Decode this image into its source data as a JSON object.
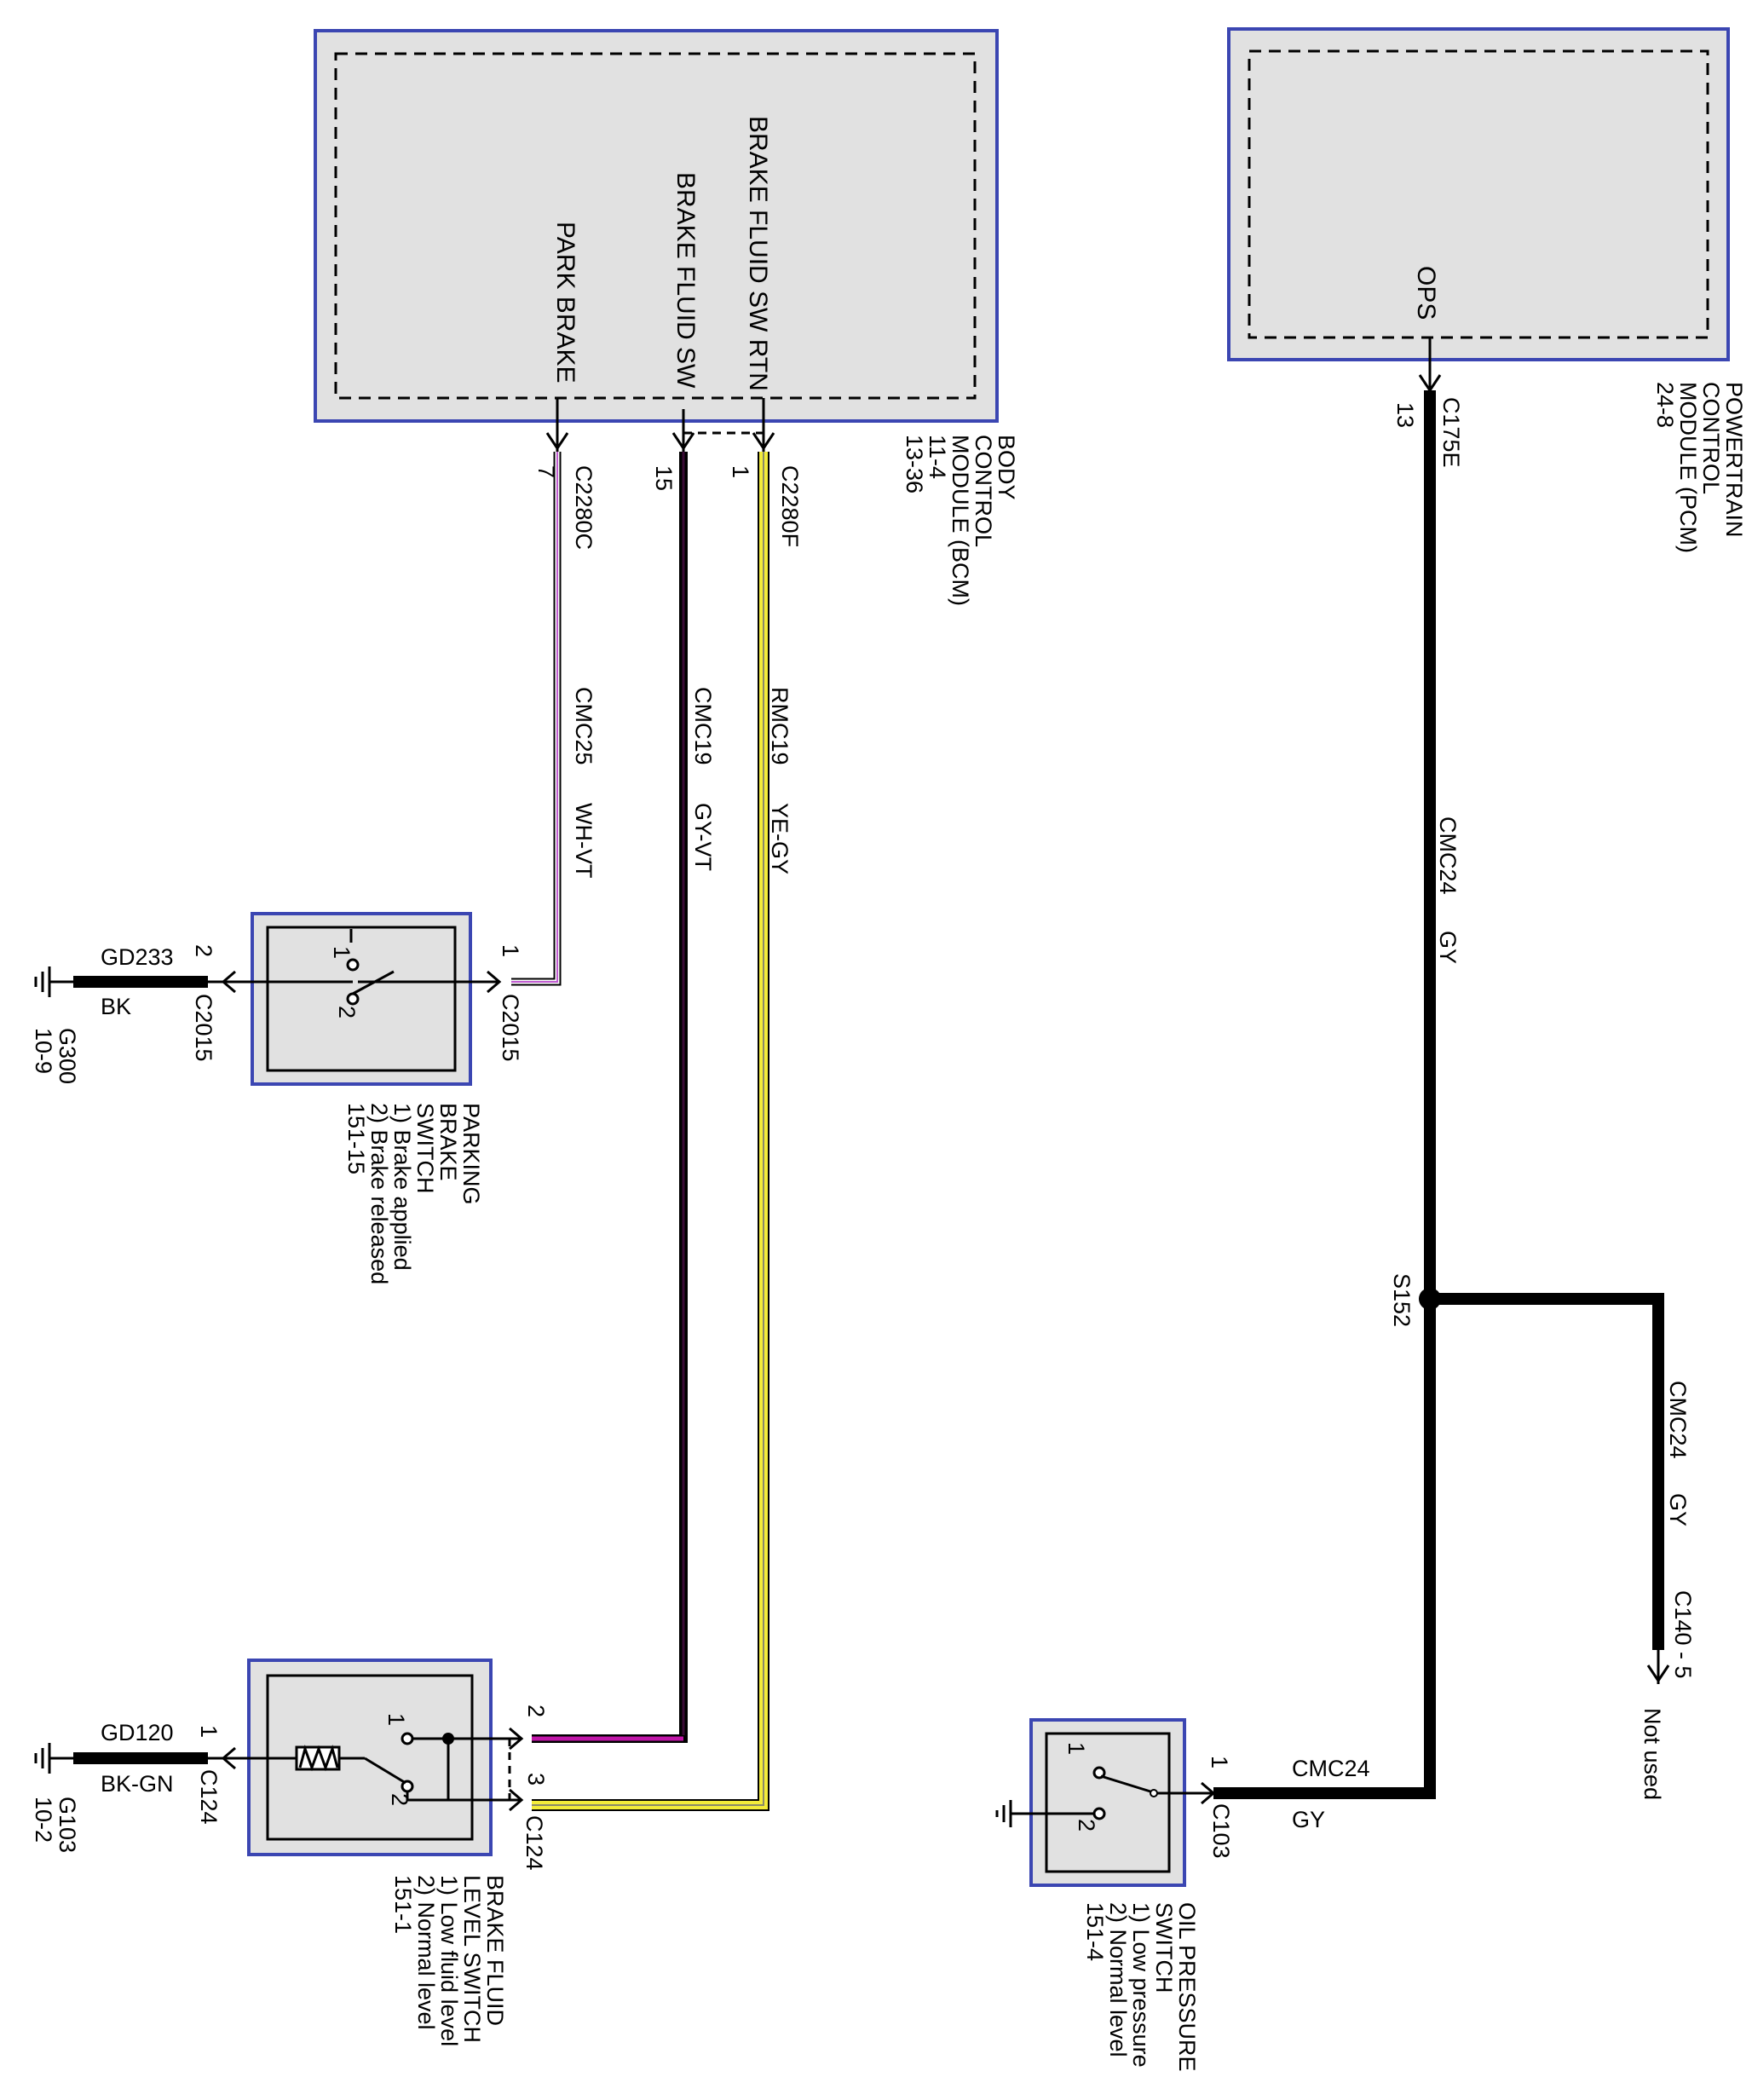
{
  "colors": {
    "module_border": "#3b46b2",
    "module_fill": "#e1e1e1",
    "wire_black": "#000000",
    "wire_white_violet_stripe": "#c05ad0",
    "wire_gray_violet_stripe": "#c016a8",
    "wire_yellow_gray_stripe": "#f3ec3a"
  },
  "bcm": {
    "name_lines": [
      "BODY",
      "CONTROL",
      "MODULE (BCM)",
      "11-4",
      "13-36"
    ],
    "pins": {
      "park_brake": "PARK BRAKE",
      "brake_fluid_sw": "BRAKE FLUID SW",
      "brake_fluid_sw_rtn": "BRAKE FLUID SW RTN"
    },
    "connector_c": "C2280C",
    "connector_f": "C2280F",
    "pin_park": "7",
    "pin_fluid": "15",
    "pin_rtn": "1"
  },
  "pcm": {
    "name_lines": [
      "POWERTRAIN",
      "CONTROL",
      "MODULE (PCM)",
      "24-8"
    ],
    "pin_label": "OPS",
    "connector": "C175E",
    "pin": "13"
  },
  "wires": {
    "cmc25": {
      "circuit": "CMC25",
      "color": "WH-VT"
    },
    "cmc19": {
      "circuit": "CMC19",
      "color": "GY-VT"
    },
    "rmc19": {
      "circuit": "RMC19",
      "color": "YE-GY"
    },
    "cmc24_main": {
      "circuit": "CMC24",
      "color": "GY"
    },
    "cmc24_branch": {
      "circuit": "CMC24",
      "color": "GY"
    },
    "cmc24_oil": {
      "circuit": "CMC24",
      "color": "GY"
    }
  },
  "splice": "S152",
  "c140": {
    "label": "C140 - 5",
    "note": "Not used"
  },
  "parking_brake_switch": {
    "desc_lines": [
      "PARKING",
      "BRAKE",
      "SWITCH",
      "1) Brake applied",
      "2) Brake released",
      "151-15"
    ],
    "connector_left": "C2015",
    "connector_right": "C2015",
    "pin_left": "2",
    "pin_right": "1",
    "contact_1": "1",
    "contact_2": "2",
    "ground_circuit": "GD233",
    "ground_color": "BK",
    "ground_id": "G300",
    "ground_ref": "10-9"
  },
  "brake_fluid_switch": {
    "desc_lines": [
      "BRAKE FLUID",
      "LEVEL SWITCH",
      "1) Low fluid level",
      "2) Normal level",
      "151-1"
    ],
    "connector_left": "C124",
    "connector_right": "C124",
    "pin_left": "1",
    "pin_2": "2",
    "pin_3": "3",
    "contact_1": "1",
    "contact_2": "2",
    "ground_circuit": "GD120",
    "ground_color": "BK-GN",
    "ground_id": "G103",
    "ground_ref": "10-2"
  },
  "oil_pressure_switch": {
    "desc_lines": [
      "OIL PRESSURE",
      "SWITCH",
      "1) Low pressure",
      "2) Normal level",
      "151-4"
    ],
    "connector": "C103",
    "pin": "1",
    "contact_1": "1",
    "contact_2": "2"
  }
}
